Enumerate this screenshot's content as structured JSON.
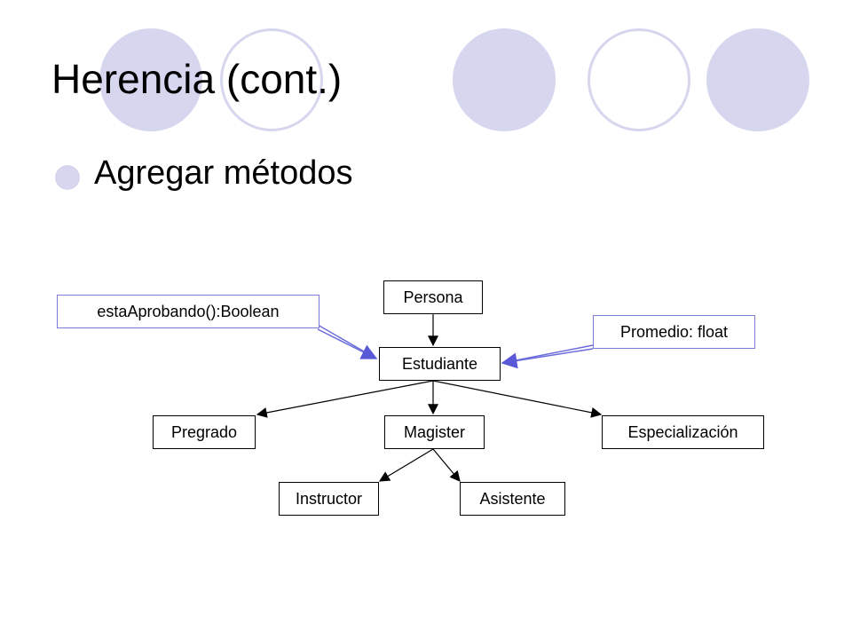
{
  "slide": {
    "title": "Herencia (cont.)",
    "bullets": [
      "Agregar métodos"
    ]
  },
  "diagram": {
    "classes": {
      "persona": "Persona",
      "estudiante": "Estudiante",
      "pregrado": "Pregrado",
      "magister": "Magister",
      "especializacion": "Especialización",
      "instructor": "Instructor",
      "asistente": "Asistente"
    },
    "notes": {
      "method": "estaAprobando():Boolean",
      "attribute": "Promedio: float"
    }
  },
  "colors": {
    "decor_circle": "#d6d6ee",
    "note_border": "#7b7bd6",
    "note_arrow": "#6b6bdd"
  }
}
